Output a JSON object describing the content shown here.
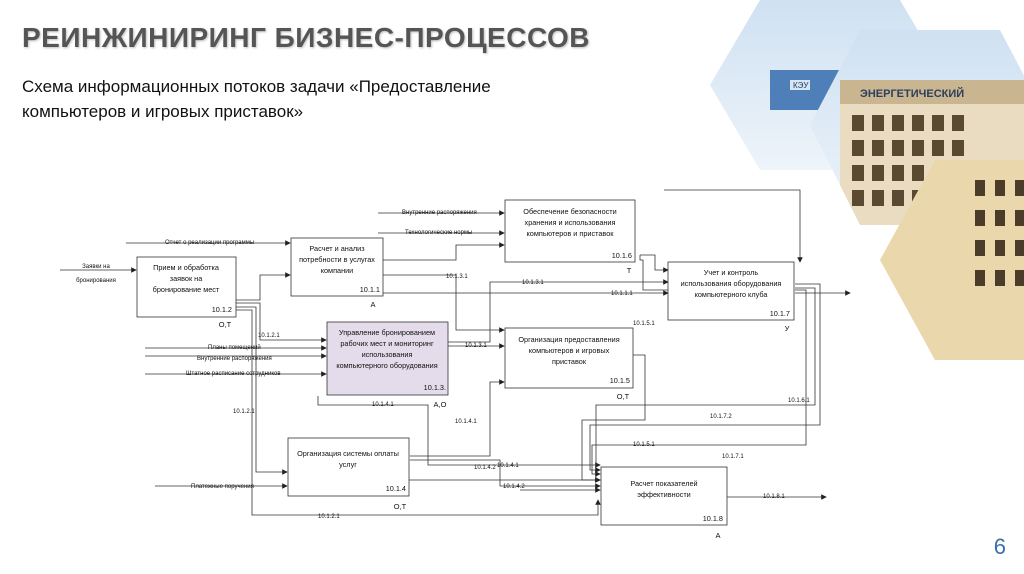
{
  "slide": {
    "title": "РЕИНЖИНИРИНГ БИЗНЕС-ПРОЦЕССОВ",
    "subtitle": "Схема информационных потоков задачи «Предоставление компьютеров и игровых приставок»",
    "page_number": "6"
  },
  "photo": {
    "sign_left": "КЭУ",
    "sign_right": "ЭНЕРГЕТИЧЕСКИЙ"
  },
  "colors": {
    "accent": "#3a6fa8",
    "highlight_box": "#e4dcea",
    "line": "#333333"
  },
  "boxes": {
    "b12": {
      "lines": [
        "Прием и обработка",
        "заявок на",
        "бронирование мест"
      ],
      "code": "10.1.2",
      "mark": "О,Т"
    },
    "b11": {
      "lines": [
        "Расчет и анализ",
        "потребности в услугах",
        "компании"
      ],
      "code": "10.1.1",
      "mark": "А"
    },
    "b16": {
      "lines": [
        "Обеспечение безопасности",
        "хранения и использования",
        "компьютеров и приставок"
      ],
      "code": "10.1.6",
      "mark": "Т"
    },
    "b17": {
      "lines": [
        "Учет и контроль",
        "использования оборудования",
        "компьютерного клуба"
      ],
      "code": "10.1.7",
      "mark": "У"
    },
    "b13": {
      "lines": [
        "Управление бронированием",
        "рабочих мест и мониторинг",
        "использования",
        "компьютерного оборудования"
      ],
      "code": "10.1.3.",
      "mark": "А,О"
    },
    "b15": {
      "lines": [
        "Организация предоставления",
        "компьютеров и игровых",
        "приставок"
      ],
      "code": "10.1.5",
      "mark": "О,Т"
    },
    "b14": {
      "lines": [
        "Организация системы оплаты",
        "услуг"
      ],
      "code": "10.1.4",
      "mark": "О,Т"
    },
    "b18": {
      "lines": [
        "Расчет показателей",
        "эффективности"
      ],
      "code": "10.1.8",
      "mark": "А"
    }
  },
  "inputs": {
    "zayavki": [
      "Заявки на",
      "бронирования"
    ],
    "otchet": "Отчет о реализации программы",
    "vnutr_top": "Внутренние распоряжения",
    "tehnorm": "Технологические нормы",
    "plany": "Планы помещений",
    "vnutr_mid": "Внутренние распоряжения",
    "shtat": "Штатное расписание сотрудников",
    "plat": "Платежные поручения"
  },
  "flows": {
    "f1121": "10.1.2.1",
    "f1131a": "10.1.3.1",
    "f1131b": "10.1.3.1",
    "f1131c": "10.1.3.1",
    "f1111": "10.1.1.1",
    "f1151a": "10.1.5.1",
    "f1151b": "10.1.5.1",
    "f1161": "10.1.6.1",
    "f1172": "10.1.7.2",
    "f1171": "10.1.7.1",
    "f1141a": "10.1.4.1",
    "f1141b": "10.1.4.1",
    "f1141c": "10.1.4.1",
    "f1142a": "10.1.4.2",
    "f1142b": "10.1.4.2",
    "f1181": "10.1.8.1",
    "f1211": "10.1.2.1",
    "f1212": "10.1.2.1"
  }
}
